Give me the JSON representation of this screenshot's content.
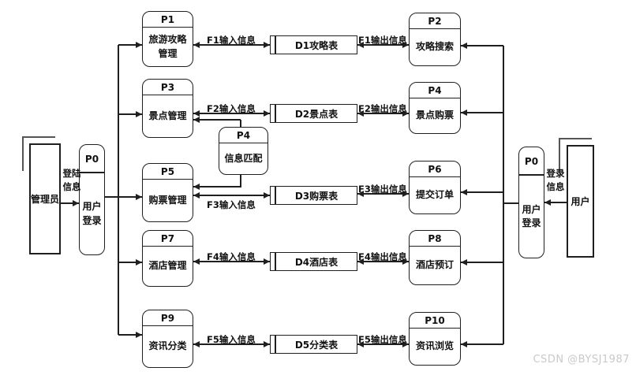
{
  "watermark": "CSDN @BYSJ1987",
  "colors": {
    "line": "#1f1f1f",
    "watermark": "#c9c9c9"
  },
  "entities": {
    "admin": {
      "label": "管理员"
    },
    "user": {
      "label": "用户"
    }
  },
  "nodes": {
    "p0_left": {
      "id": "P0",
      "label": "用户登录"
    },
    "p0_right": {
      "id": "P0",
      "label": "用户登录"
    },
    "p1": {
      "id": "P1",
      "label": "旅游攻略管理"
    },
    "p3": {
      "id": "P3",
      "label": "景点管理"
    },
    "p5": {
      "id": "P5",
      "label": "购票管理"
    },
    "p7": {
      "id": "P7",
      "label": "酒店管理"
    },
    "p9": {
      "id": "P9",
      "label": "资讯分类"
    },
    "p4mid": {
      "id": "P4",
      "label": "信息匹配"
    },
    "p2": {
      "id": "P2",
      "label": "攻略搜索"
    },
    "p4r": {
      "id": "P4",
      "label": "景点购票"
    },
    "p6": {
      "id": "P6",
      "label": "提交订单"
    },
    "p8": {
      "id": "P8",
      "label": "酒店预订"
    },
    "p10": {
      "id": "P10",
      "label": "资讯浏览"
    }
  },
  "stores": {
    "d1": {
      "label": "D1攻略表"
    },
    "d2": {
      "label": "D2景点表"
    },
    "d3": {
      "label": "D3购票表"
    },
    "d4": {
      "label": "D4酒店表"
    },
    "d5": {
      "label": "D5分类表"
    }
  },
  "flows": {
    "login_left": "登陆信息",
    "login_right": "登录信息",
    "f1_in": "F1输入信息",
    "f1_out": "F1输出信息",
    "f2_in": "F2输入信息",
    "f2_out": "F2输出信息",
    "f3_in": "F3输入信息",
    "f3_out": "F3输出信息",
    "f4_in": "F4输入信息",
    "f4_out": "F4输出信息",
    "f5_in": "F5输入信息",
    "f5_out": "F5输出信息"
  }
}
